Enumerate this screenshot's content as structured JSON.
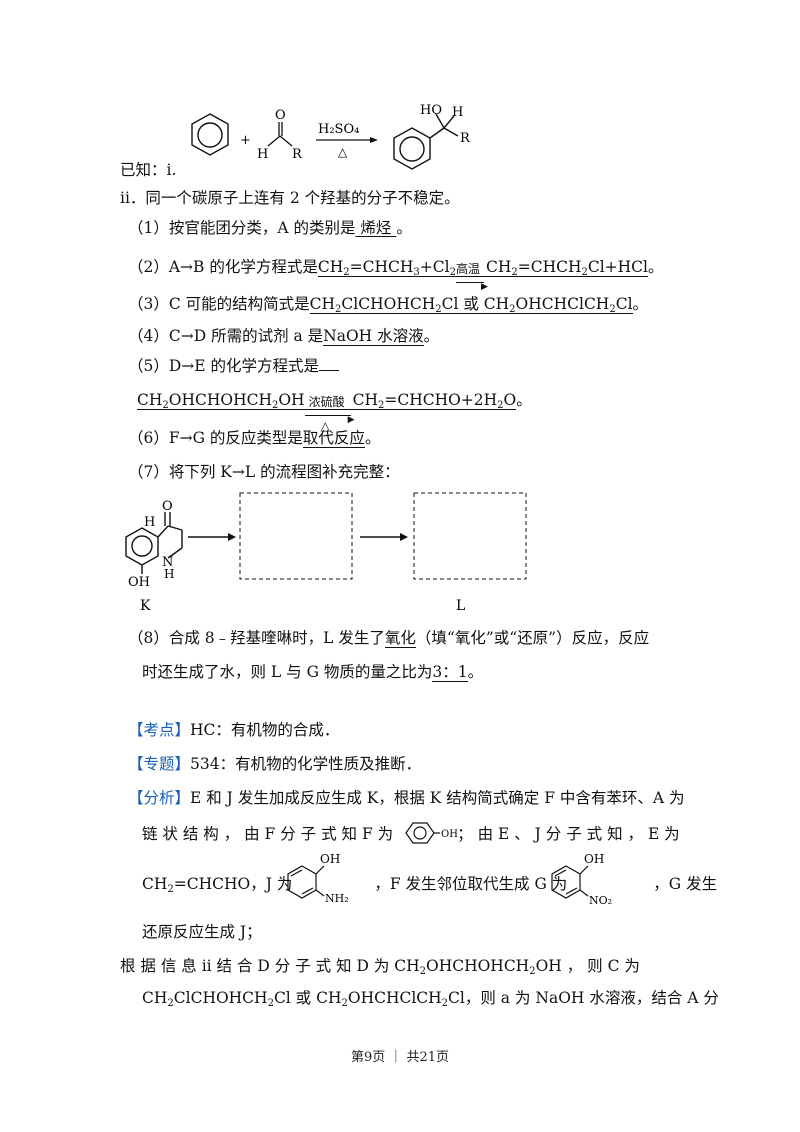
{
  "known": {
    "label": "已知：i.",
    "reagent_top": "H₂SO₄",
    "reagent_bottom": "△",
    "ald_O": "O",
    "ald_H": "H",
    "ald_R": "R",
    "plus": "+",
    "prod_HO": "HO",
    "prod_H": "H",
    "prod_R": "R"
  },
  "item_ii": "ii．同一个碳原子上连有 2 个羟基的分子不稳定。",
  "q1": {
    "pre": "（1）按官能团分类，A 的类别是",
    "ans": "  烯烃  ",
    "post": "。"
  },
  "q2": {
    "pre": "（2）A→B 的化学方程式是",
    "ans_a": "  CH₂=CHCH₃+Cl₂",
    "cond": "高温",
    "ans_b": "CH₂=CHCH₂Cl+HCl  ",
    "post": "。"
  },
  "q3": {
    "pre": "（3）C 可能的结构简式是",
    "ans": "  CH₂ClCHOHCH₂Cl 或 CH₂OHCHClCH₂Cl  ",
    "post": "。"
  },
  "q4": {
    "pre": "（4）C→D 所需的试剂 a 是",
    "ans": "  NaOH 水溶液  ",
    "post": "。"
  },
  "q5": {
    "pre": "（5）D→E 的化学方程式是",
    "ans_a": "CH₂OHCHOHCH₂OH",
    "cond_top": "浓硫酸",
    "cond_bottom": "△",
    "ans_b": "CH₂=CHCHO+2H₂O  ",
    "post": "。"
  },
  "q6": {
    "pre": "（6）F→G 的反应类型是",
    "ans": "  取代反应  ",
    "post": "。"
  },
  "q7": {
    "text": "（7）将下列 K→L 的流程图补充完整：",
    "K": "K",
    "L": "L",
    "K_O": "O",
    "K_H": "H",
    "K_OH": "OH",
    "K_NH_N": "N",
    "K_NH_H": "H"
  },
  "q8": {
    "pre": "（8）合成 8﹣羟基喹啉时，L 发生了",
    "ans1": "  氧化  ",
    "mid": "（填“氧化”或“还原”）反应，反应",
    "line2_pre": "时还生成了水，则 L 与 G 物质的量之比为",
    "ans2": "  3：1  ",
    "post": "。"
  },
  "kaodian": {
    "tag": "【考点】",
    "text": "HC：有机物的合成．"
  },
  "zhuanti": {
    "tag": "【专题】",
    "text": "534：有机物的化学性质及推断．"
  },
  "fenxi": {
    "tag": "【分析】",
    "l1": "E 和 J 发生加成反应生成 K，根据 K 结构简式确定 F 中含有苯环、A 为",
    "l2a": "链 状 结 构 ， 由 F 分 子 式 知 F 为",
    "l2b": "； 由 E 、 J 分 子 式 知 ， E 为",
    "F_OH": "OH",
    "l3a": "CH₂=CHCHO，J 为",
    "l3b": "，F 发生邻位取代生成 G 为",
    "l3c": "，G 发生",
    "J_OH": "OH",
    "J_NH2": "NH₂",
    "G_OH": "OH",
    "G_NO2": "NO₂",
    "l4": "还原反应生成 J；",
    "l5": "根 据 信 息 ii 结 合 D 分 子 式 知 D 为 CH₂OHCHOHCH₂OH ， 则 C 为",
    "l6": "CH₂ClCHOHCH₂Cl 或 CH₂OHCHClCH₂Cl，则 a 为 NaOH 水溶液，结合 A 分"
  },
  "footer": "第9页 ｜ 共21页"
}
